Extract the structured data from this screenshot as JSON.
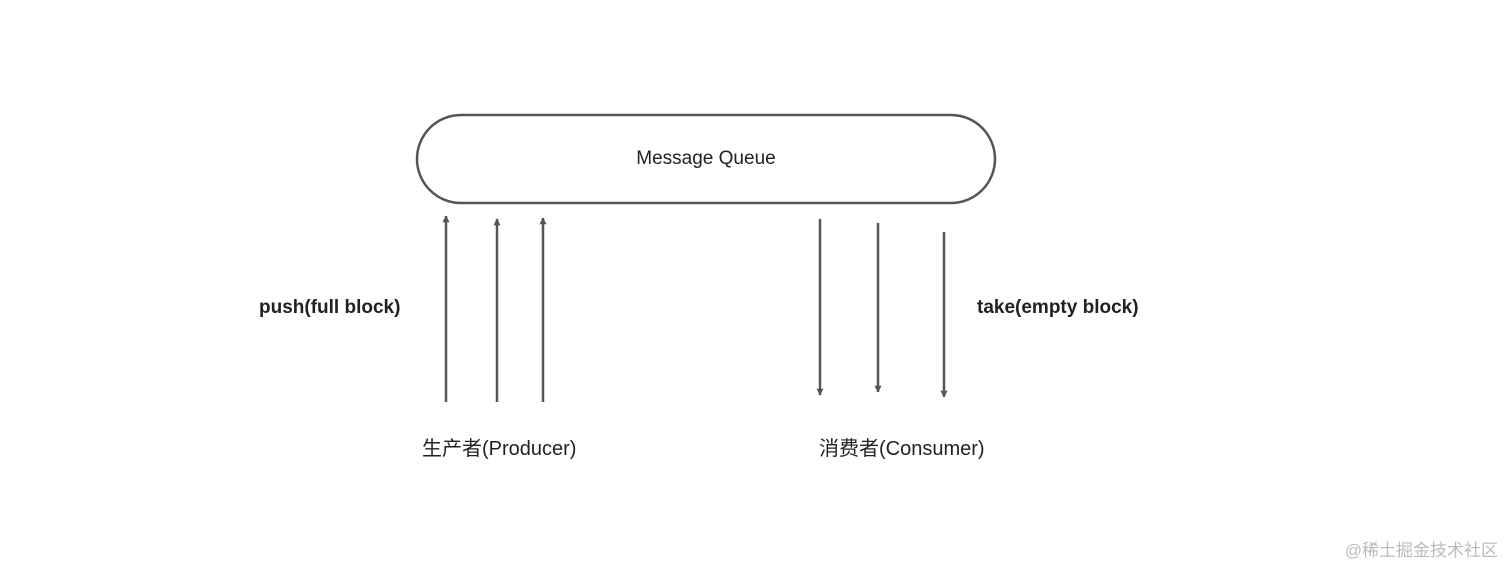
{
  "queue": {
    "label": "Message Queue"
  },
  "producer": {
    "action_label": "push(full block)",
    "name": "生产者(Producer)"
  },
  "consumer": {
    "action_label": "take(empty block)",
    "name": "消费者(Consumer)"
  },
  "watermark": "@稀土掘金技术社区",
  "colors": {
    "stroke": "#555555",
    "text": "#222222",
    "watermark": "#bbbbbb"
  }
}
